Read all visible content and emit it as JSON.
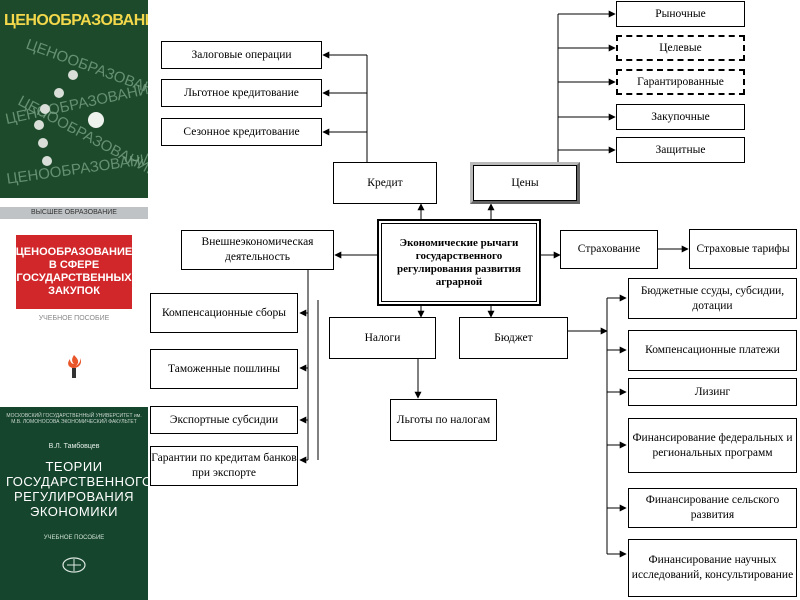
{
  "books": {
    "book1": {
      "title": "ЦЕНООБРАЗОВАНИЕ",
      "watermark": "ЦЕНООБРАЗОВАНИЕ"
    },
    "book2": {
      "series": "ВЫСШЕЕ ОБРАЗОВАНИЕ",
      "title": "ЦЕНООБРАЗОВАНИЕ В СФЕРЕ ГОСУДАРСТВЕННЫХ ЗАКУПОК",
      "subtitle": "УЧЕБНОЕ ПОСОБИЕ"
    },
    "book3": {
      "header": "МОСКОВСКИЙ ГОСУДАРСТВЕННЫЙ УНИВЕРСИТЕТ им. М.В. ЛОМОНОСОВА ЭКОНОМИЧЕСКИЙ ФАКУЛЬТЕТ",
      "author": "В.Л. Тамбовцев",
      "title": "ТЕОРИИ ГОСУДАРСТВЕННОГО РЕГУЛИРОВАНИЯ ЭКОНОМИКИ",
      "subtitle": "УЧЕБНОЕ ПОСОБИЕ"
    }
  },
  "diagram": {
    "center": "Экономические рычаги государственного регулирования развития аграрной",
    "credit": "Кредит",
    "prices": "Цены",
    "insurance": "Страхование",
    "foreign_trade": "Внешнеэкономическая деятельность",
    "taxes": "Налоги",
    "budget": "Бюджет",
    "credit_items": [
      "Залоговые операции",
      "Льготное кредитование",
      "Сезонное кредитование"
    ],
    "price_items": [
      "Рыночные",
      "Целевые",
      "Гарантированные",
      "Закупочные",
      "Защитные"
    ],
    "insurance_items": [
      "Страховые тарифы"
    ],
    "foreign_items": [
      "Компенсационные сборы",
      "Таможенные пошлины",
      "Экспортные субсидии",
      "Гарантии по кредитам банков при экспорте"
    ],
    "tax_items": [
      "Льготы по налогам"
    ],
    "budget_items": [
      "Бюджетные ссуды, субсидии, дотации",
      "Компенсационные платежи",
      "Лизинг",
      "Финансирование федеральных и региональных программ",
      "Финансирование сельского развития",
      "Финансирование научных исследований, консультирование"
    ]
  }
}
